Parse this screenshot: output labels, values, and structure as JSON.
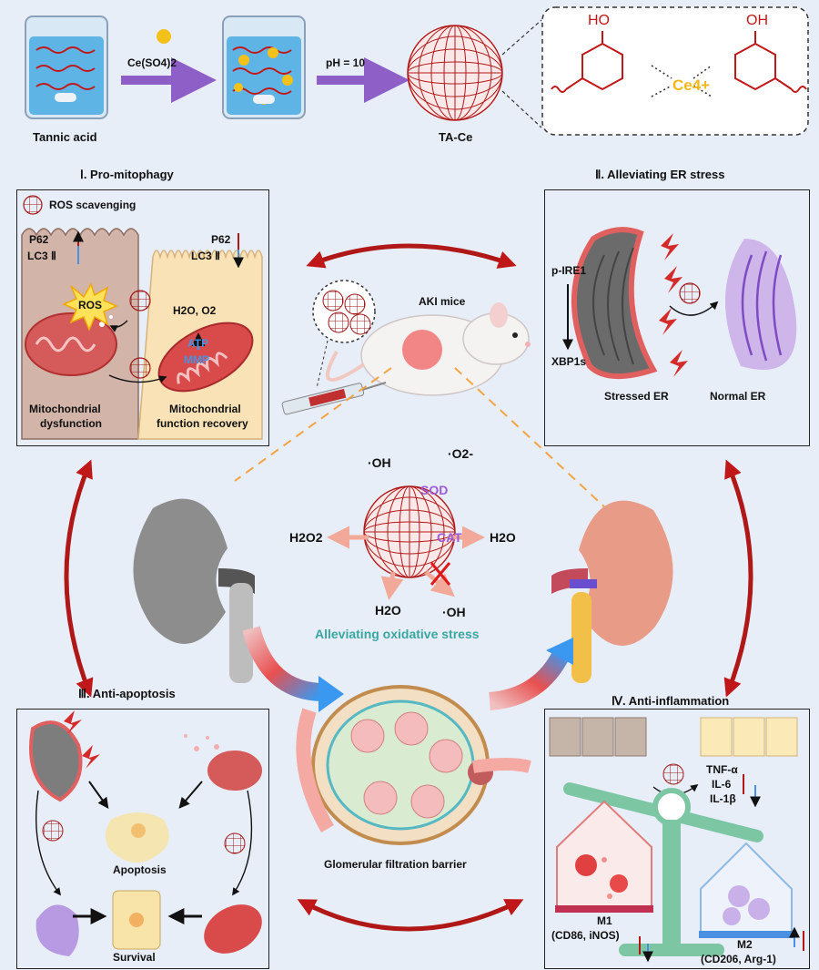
{
  "top": {
    "reagent": "Ce(SO4)2",
    "condition": "pH = 10",
    "tannic_acid": "Tannic acid",
    "product": "TA-Ce",
    "ce_ion": "Ce4+",
    "oh1": "HO",
    "oh2": "OH"
  },
  "panel1": {
    "title": "Ⅰ. Pro-mitophagy",
    "legend": "ROS scavenging",
    "p62_left": "P62",
    "lc3_left": "LC3 Ⅱ",
    "p62_right": "P62",
    "lc3_right": "LC3 Ⅱ",
    "ros": "ROS",
    "products": "H2O, O2",
    "atp": "ATP",
    "mmp": "MMP",
    "left_caption_1": "Mitochondrial",
    "left_caption_2": "dysfunction",
    "right_caption_1": "Mitochondrial",
    "right_caption_2": "function recovery"
  },
  "panel2": {
    "title": "Ⅱ. Alleviating ER stress",
    "pire1": "p-IRE1",
    "xbp1s": "XBP1s",
    "stressed": "Stressed ER",
    "normal": "Normal ER"
  },
  "center": {
    "mice": "AKI mice",
    "oh_top": "·OH",
    "o2_top": "·O2-",
    "sod": "SOD",
    "h2o2": "H2O2",
    "cat": "CAT",
    "h2o_right": "H2O",
    "h2o_bottom": "H2O",
    "oh_bottom": "·OH",
    "caption": "Alleviating oxidative stress",
    "glom": "Glomerular filtration barrier"
  },
  "panel3": {
    "title": "Ⅲ. Anti-apoptosis",
    "apoptosis": "Apoptosis",
    "survival": "Survival"
  },
  "panel4": {
    "title": "Ⅳ. Anti-inflammation",
    "tnf": "TNF-α",
    "il6": "IL-6",
    "il1b": "IL-1β",
    "m1": "M1",
    "m1_markers": "(CD86, iNOS)",
    "m2": "M2",
    "m2_markers": "(CD206, Arg-1)"
  },
  "colors": {
    "dark_red": "#b01818",
    "purple": "#9b5bd8",
    "blue_up": "#4a90e2",
    "teal": "#3aa6a0",
    "ce_gold": "#f2b71a"
  }
}
